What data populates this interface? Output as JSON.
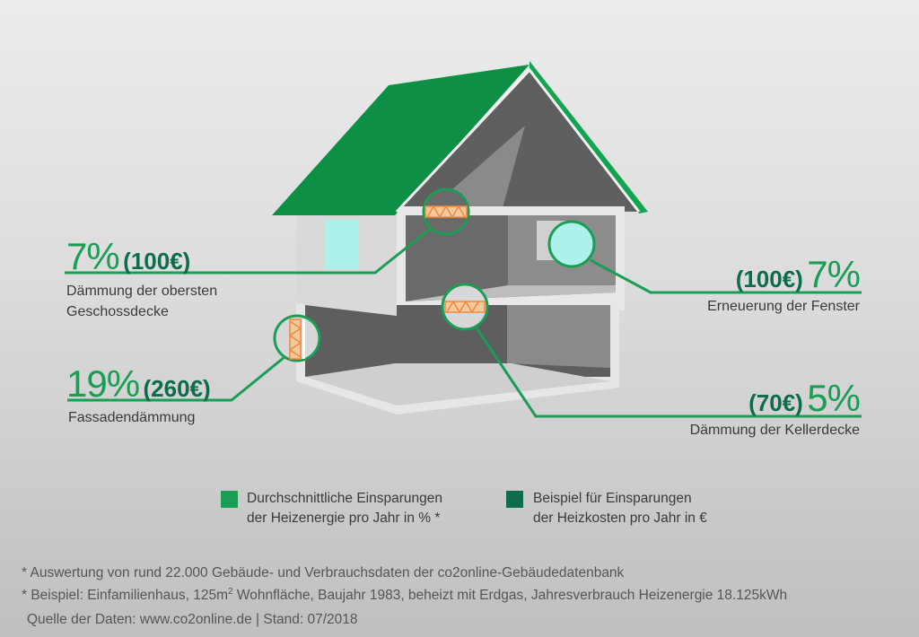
{
  "items": [
    {
      "percent": "7%",
      "cost": "(100€)",
      "label_line1": "Dämmung der obersten",
      "label_line2": "Geschossdecke"
    },
    {
      "percent": "19%",
      "cost": "(260€)",
      "label_line1": "Fassadendämmung"
    },
    {
      "percent": "7%",
      "cost": "(100€)",
      "label_line1": "Erneuerung der Fenster"
    },
    {
      "percent": "5%",
      "cost": "(70€)",
      "label_line1": "Dämmung der Kellerdecke"
    }
  ],
  "legend": [
    {
      "line1": "Durchschnittliche Einsparungen",
      "line2": "der Heizenergie pro Jahr in % *",
      "color": "#1a9e55"
    },
    {
      "line1": "Beispiel für Einsparungen",
      "line2": "der Heizkosten pro Jahr in €",
      "color": "#0e6b4e"
    }
  ],
  "footnotes": {
    "note1": "* Auswertung von rund 22.000 Gebäude- und Verbrauchsdaten der co2online-Gebäudedatenbank",
    "note2a": "* Beispiel: Einfamilienhaus, 125m",
    "note2sup": "2",
    "note2b": " Wohnfläche, Baujahr 1983, beheizt mit Erdgas, Jahresverbrauch Heizenergie 18.125kWh",
    "source": "Quelle der Daten: www.co2online.de | Stand: 07/2018"
  }
}
